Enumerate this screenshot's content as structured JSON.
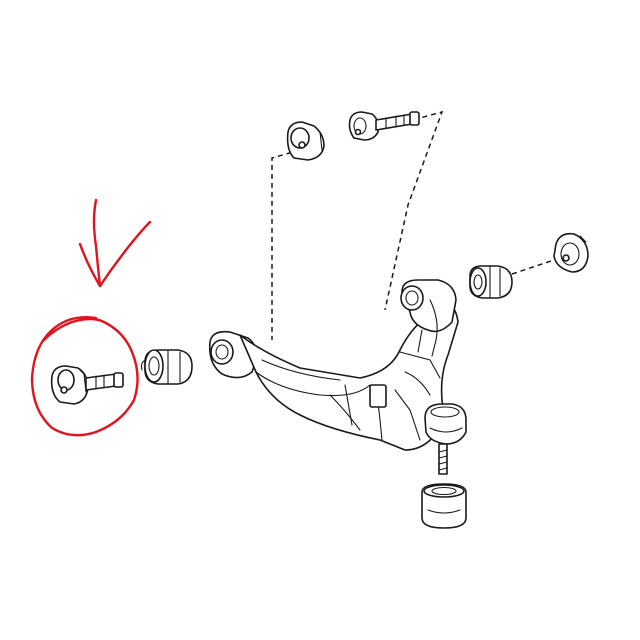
{
  "diagram": {
    "parts": [
      "control-arm",
      "adjusting-cam-upper",
      "cam-bolt-upper",
      "bushing-front",
      "cam-plate-front",
      "bushing-rear",
      "cam-bolt-rear",
      "ball-joint",
      "ball-joint-boot"
    ],
    "highlighted_part": "cam-bolt-rear"
  },
  "colors": {
    "line": "#1a1a1a",
    "annotation": "#e0141e",
    "background": "#ffffff"
  }
}
